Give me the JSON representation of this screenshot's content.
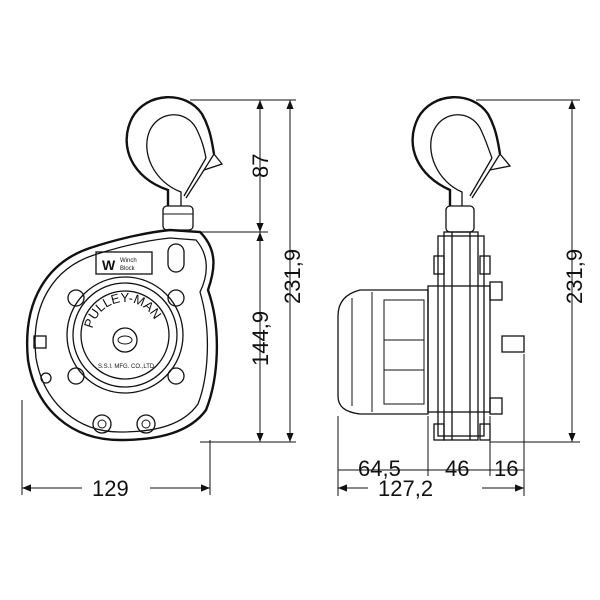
{
  "front_view": {
    "dims": {
      "hook_height": "87",
      "body_height": "144,9",
      "total_height": "231,9",
      "width": "129"
    },
    "label": {
      "brand": "W",
      "name": "PULLEY-MAN",
      "maker": "S.S.I. MFG. CO.,LTD."
    }
  },
  "side_view": {
    "dims": {
      "total_height": "231,9",
      "motor_width": "64,5",
      "body_width": "46",
      "shaft_width": "16",
      "total_width": "127,2"
    }
  }
}
